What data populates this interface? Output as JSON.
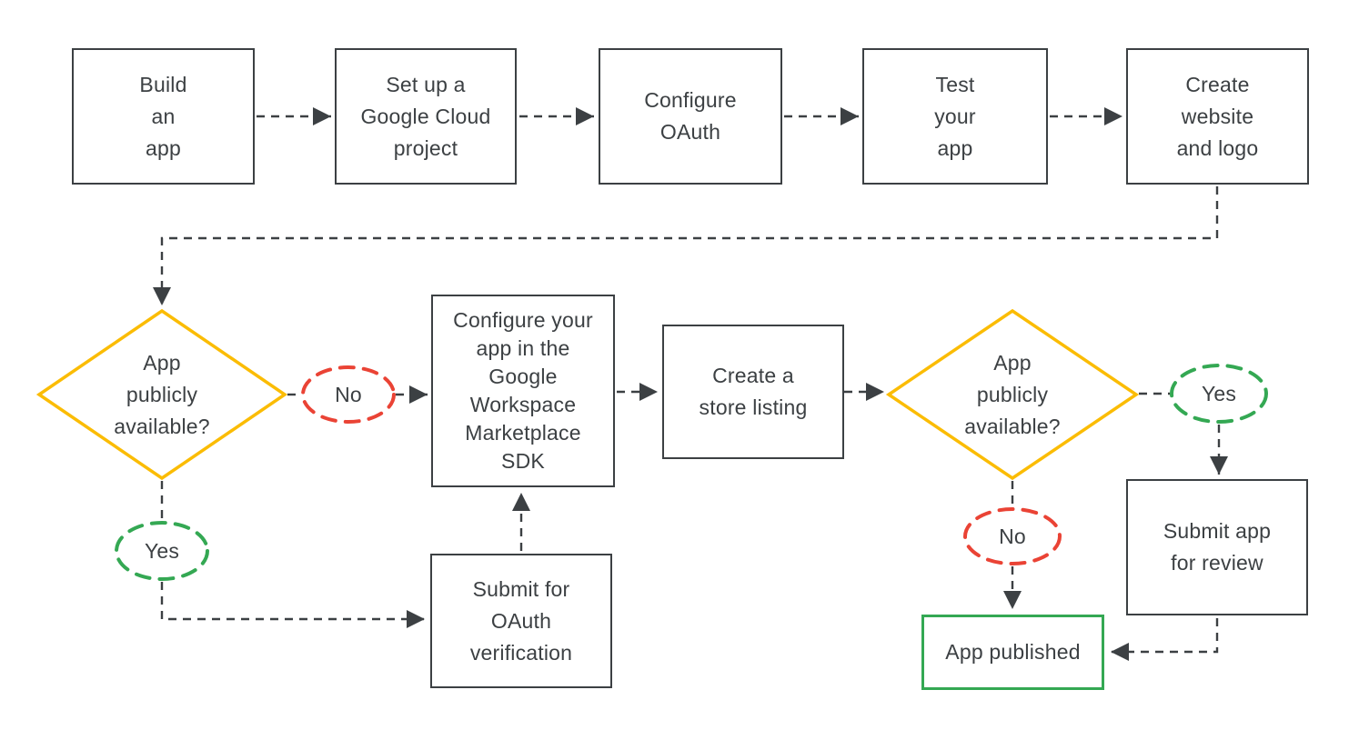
{
  "colors": {
    "ink": "#3C4043",
    "connector": "#3C4043",
    "decision_yellow": "#FBBC04",
    "yes_green": "#34A853",
    "no_red": "#EA4335",
    "published_green": "#34A853",
    "background": "#FFFFFF"
  },
  "nodes": {
    "build_app": {
      "label": "Build\nan\napp"
    },
    "setup_cloud_project": {
      "label": "Set up a\nGoogle Cloud\nproject"
    },
    "configure_oauth": {
      "label": "Configure\nOAuth"
    },
    "test_app": {
      "label": "Test\nyour\napp"
    },
    "create_website_logo": {
      "label": "Create\nwebsite\nand logo"
    },
    "decision_public_1": {
      "label": "App\npublicly\navailable?"
    },
    "no_1": {
      "label": "No"
    },
    "configure_marketplace_sdk": {
      "label": "Configure your\napp in the\nGoogle\nWorkspace\nMarketplace\nSDK"
    },
    "create_store_listing": {
      "label": "Create a\nstore listing"
    },
    "decision_public_2": {
      "label": "App\npublicly\navailable?"
    },
    "yes_2": {
      "label": "Yes"
    },
    "submit_app_review": {
      "label": "Submit app\nfor review"
    },
    "yes_1": {
      "label": "Yes"
    },
    "submit_oauth_verification": {
      "label": "Submit for\nOAuth\nverification"
    },
    "no_2": {
      "label": "No"
    },
    "app_published": {
      "label": "App published"
    }
  }
}
